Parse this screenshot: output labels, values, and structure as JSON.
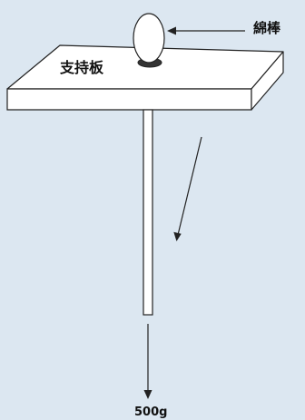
{
  "labels": {
    "cotton_swab": "綿棒",
    "support_board": "支持板",
    "weight": "500g"
  },
  "colors": {
    "background": "#dce7f1",
    "fill": "#ffffff",
    "stroke": "#222222"
  }
}
